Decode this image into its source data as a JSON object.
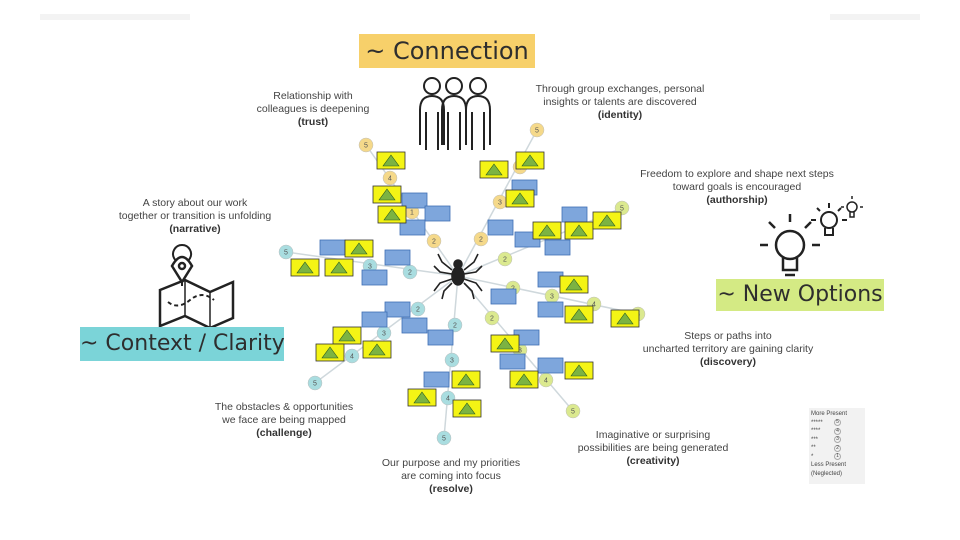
{
  "banners": {
    "connection": "~ Connection",
    "new_options": "~ New Options",
    "context": "~ Context / Clarity"
  },
  "captions": {
    "trust": {
      "text": "Relationship with\ncolleagues is deepening",
      "tag": "(trust)"
    },
    "identity": {
      "text": "Through group exchanges, personal\ninsights or talents are discovered",
      "tag": "(identity)"
    },
    "authorship": {
      "text": "Freedom to explore and shape next steps\ntoward goals is encouraged",
      "tag": "(authorship)"
    },
    "narrative": {
      "text": "A story about our work\ntogether or transition is unfolding",
      "tag": "(narrative)"
    },
    "discovery": {
      "text": "Steps or paths into\nuncharted territory are gaining clarity",
      "tag": "(discovery)"
    },
    "challenge": {
      "text": "The obstacles & opportunities\nwe face are being mapped",
      "tag": "(challenge)"
    },
    "resolve": {
      "text": "Our purpose and my priorities\nare coming into focus",
      "tag": "(resolve)"
    },
    "creativity": {
      "text": "Imaginative or surprising\npossibilities are being generated",
      "tag": "(creativity)"
    }
  },
  "legend": {
    "top": "More  Present",
    "rows": [
      {
        "stars": "*****",
        "num": "5"
      },
      {
        "stars": "****",
        "num": "4"
      },
      {
        "stars": "***",
        "num": "3"
      },
      {
        "stars": "**",
        "num": "2"
      },
      {
        "stars": "*",
        "num": "1"
      }
    ],
    "bottom1": "Less Present",
    "bottom2": "(Neglected)"
  },
  "colors": {
    "yellow_node": "#f5d98a",
    "green_node": "#dbe98f",
    "teal_node": "#a9dde0",
    "blue_marker": "#7ea6dc",
    "triangle_box": "#f4f415",
    "triangle": "#7cb342"
  },
  "icons": [
    "people-icon",
    "lightbulb-icon",
    "map-icon",
    "spider-icon"
  ]
}
